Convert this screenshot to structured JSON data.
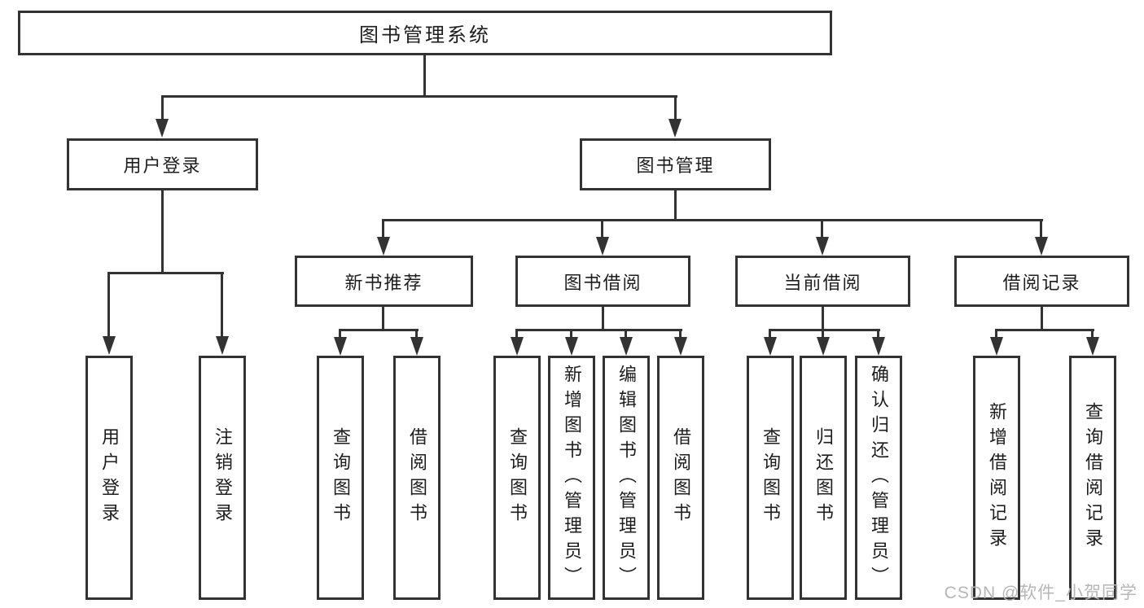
{
  "tree": {
    "label": "图书管理系统",
    "children": [
      {
        "label": "用户登录",
        "children": [
          {
            "label": "用户登录"
          },
          {
            "label": "注销登录"
          }
        ]
      },
      {
        "label": "图书管理",
        "children": [
          {
            "label": "新书推荐",
            "children": [
              {
                "label": "查询图书"
              },
              {
                "label": "借阅图书"
              }
            ]
          },
          {
            "label": "图书借阅",
            "children": [
              {
                "label": "查询图书"
              },
              {
                "label": "新增图书（管理员）"
              },
              {
                "label": "编辑图书（管理员）"
              },
              {
                "label": "借阅图书"
              }
            ]
          },
          {
            "label": "当前借阅",
            "children": [
              {
                "label": "查询图书"
              },
              {
                "label": "归还图书"
              },
              {
                "label": "确认归还（管理员）"
              }
            ]
          },
          {
            "label": "借阅记录",
            "children": [
              {
                "label": "新增借阅记录"
              },
              {
                "label": "查询借阅记录"
              }
            ]
          }
        ]
      }
    ]
  },
  "watermark": "CSDN @软件_小贺同学",
  "colors": {
    "line": "#333333",
    "text": "#1d1d1d",
    "watermark": "#b6b6b6",
    "background": "#ffffff"
  }
}
